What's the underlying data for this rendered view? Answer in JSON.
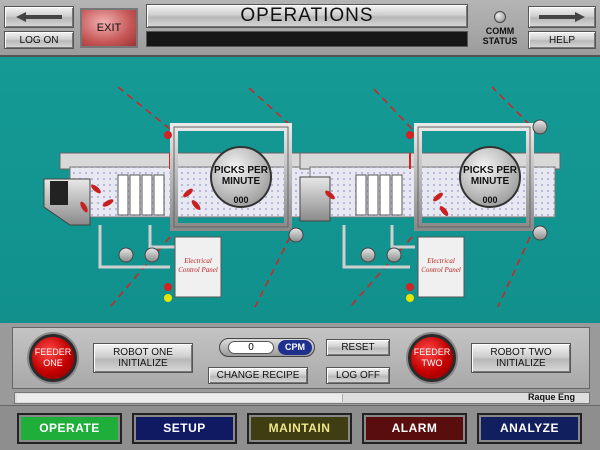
{
  "header": {
    "title": "OPERATIONS",
    "exit_label": "EXIT",
    "logon_label": "LOG ON",
    "help_label": "HELP",
    "comm_status_label": "COMM STATUS"
  },
  "process": {
    "robots": [
      {
        "picks_label": "PICKS PER MINUTE",
        "picks_value": "000",
        "panel_label": "Electrical Control Panel"
      },
      {
        "picks_label": "PICKS PER MINUTE",
        "picks_value": "000",
        "panel_label": "Electrical Control Panel"
      }
    ]
  },
  "controls": {
    "feeder_one_label": "FEEDER ONE",
    "feeder_two_label": "FEEDER TWO",
    "robot_one_label": "ROBOT ONE INITIALIZE",
    "robot_two_label": "ROBOT TWO INITIALIZE",
    "cpm_value": "0",
    "cpm_unit": "CPM",
    "change_recipe_label": "CHANGE RECIPE",
    "reset_label": "RESET",
    "logoff_label": "LOG OFF"
  },
  "footer": {
    "company_label": "Raque Eng",
    "nav": [
      {
        "label": "OPERATE",
        "bg": "#1fae3a",
        "fg": "#ffffff"
      },
      {
        "label": "SETUP",
        "bg": "#101a63",
        "fg": "#ffffff"
      },
      {
        "label": "MAINTAIN",
        "bg": "#3f3d12",
        "fg": "#f0e68c"
      },
      {
        "label": "ALARM",
        "bg": "#5a0d0d",
        "fg": "#ffffff"
      },
      {
        "label": "ANALYZE",
        "bg": "#121f5e",
        "fg": "#ffffff"
      }
    ]
  },
  "colors": {
    "background_teal": "#159a96",
    "alarm_red": "#d22222",
    "status_yellow": "#e6e600"
  }
}
